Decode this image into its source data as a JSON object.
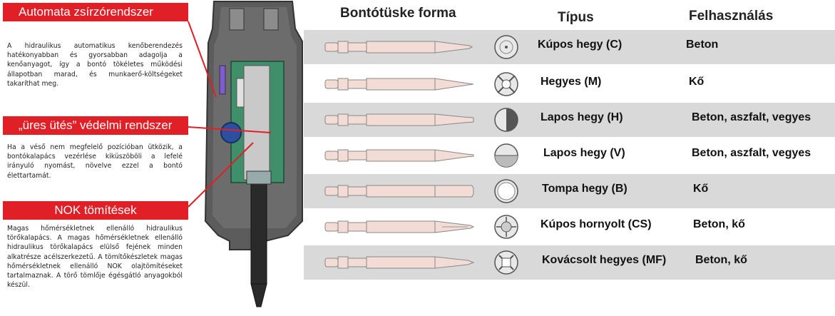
{
  "features": [
    {
      "title": "Automata zsírzórendszer",
      "description": "A hidraulikus automatikus kenőberendezés hatékonyabban és gyorsabban adagolja a kenőanyagot, így a bontó tökéletes működési állapotban marad, és munkaerő-költségeket takaríthat meg."
    },
    {
      "title": "„üres ütés” védelmi rendszer",
      "description": "Ha a véső nem megfelelő pozícióban ütközik, a bontókalapács vezérlése kiküszöböli a lefelé irányuló nyomást, növelve ezzel a bontó élettartamát."
    },
    {
      "title": "NOK tömítések",
      "description": "Magas hőmérsékletnek ellenálló hidraulikus törőkalapács. A magas hőmérsékletnek ellenálló hidraulikus törőkalapács elülső fejének minden alkatrésze acélszerkezetű. A tömítőkészletek magas hőmérsékletnek ellenálló NOK olajtömítéseket tartalmaznak. A törő tömlője égésgátló anyagokból készül."
    }
  ],
  "table": {
    "headers": {
      "shape": "Bontótüske forma",
      "type": "Típus",
      "usage": "Felhasználás"
    },
    "rows": [
      {
        "type": "Kúpos hegy (C)",
        "usage": "Beton",
        "tip": "conical",
        "section": "conical-section-icon"
      },
      {
        "type": "Hegyes (M)",
        "usage": "Kő",
        "tip": "moil",
        "section": "moil-section-icon"
      },
      {
        "type": "Lapos hegy (H)",
        "usage": "Beton, aszfalt, vegyes",
        "tip": "flat",
        "section": "flat-h-section-icon"
      },
      {
        "type": "Lapos hegy (V)",
        "usage": "Beton, aszfalt, vegyes",
        "tip": "flat-v",
        "section": "flat-v-section-icon"
      },
      {
        "type": "Tompa hegy (B)",
        "usage": "Kő",
        "tip": "blunt",
        "section": "blunt-section-icon"
      },
      {
        "type": "Kúpos hornyolt (CS)",
        "usage": "Beton, kő",
        "tip": "grooved",
        "section": "grooved-section-icon"
      },
      {
        "type": "Kovácsolt hegyes (MF)",
        "usage": "Beton, kő",
        "tip": "forged",
        "section": "forged-section-icon"
      }
    ]
  },
  "colors": {
    "accent": "#e01f26",
    "row_shade": "#d9d9d9",
    "machine_grey": "#6b6b6b",
    "machine_green": "#3f8f6a"
  }
}
